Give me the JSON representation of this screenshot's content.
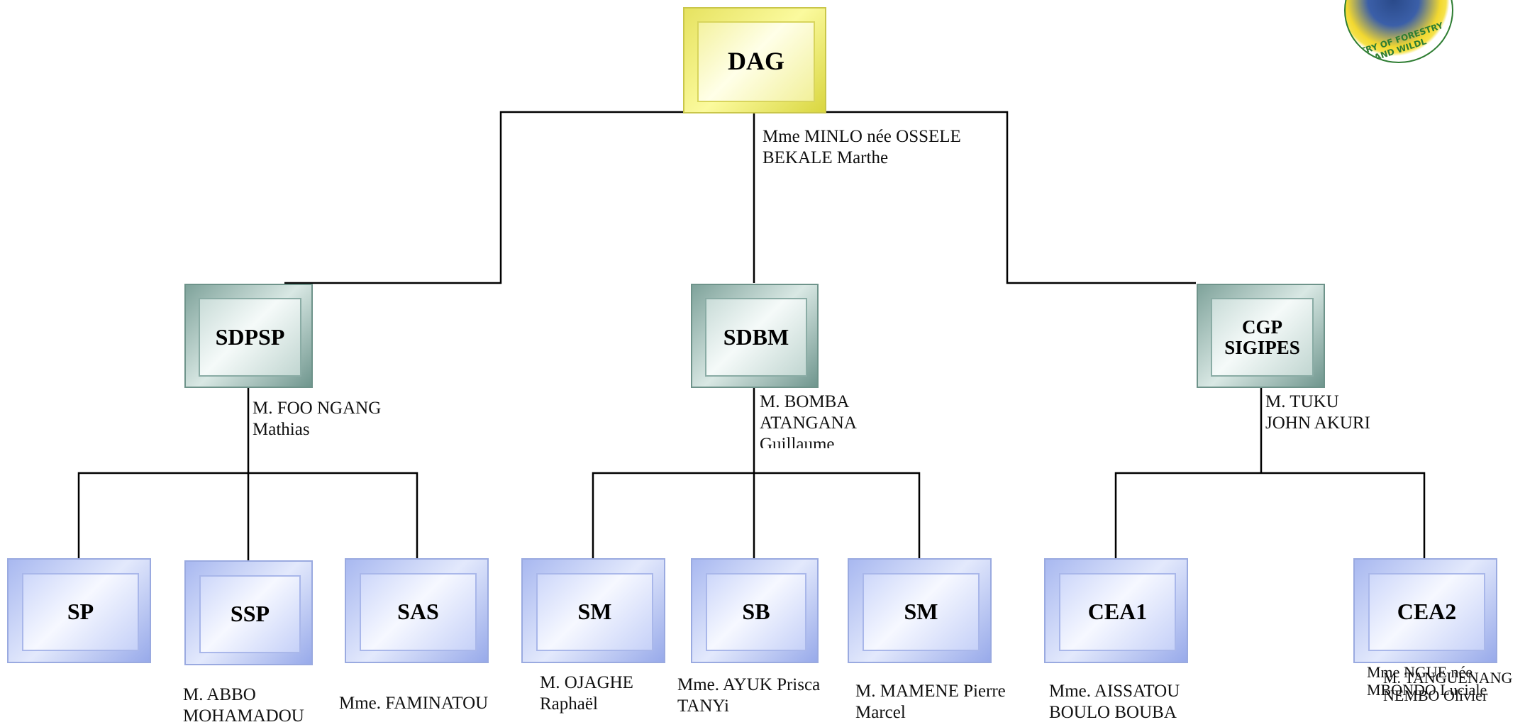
{
  "logo": {
    "text": "ISTRY OF FORESTRY AND WILDL"
  },
  "units": {
    "dag": {
      "label": "DAG",
      "head": [
        "Mme MINLO née OSSELE",
        "BEKALE Marthe"
      ]
    },
    "sdpsp": {
      "label": "SDPSP",
      "head": [
        "M. FOO NGANG",
        "Mathias"
      ]
    },
    "sdbm": {
      "label": "SDBM",
      "head": [
        "M. BOMBA",
        "ATANGANA",
        "Guillaume"
      ]
    },
    "cgp": {
      "label_line1": "CGP",
      "label_line2": "SIGIPES",
      "head": [
        "M. TUKU",
        "JOHN AKURI"
      ]
    },
    "sp": {
      "label": "SP",
      "head": []
    },
    "ssp": {
      "label": "SSP",
      "head": [
        "M. ABBO",
        "MOHAMADOU"
      ]
    },
    "sas": {
      "label": "SAS",
      "head": [
        "Mme. FAMINATOU"
      ]
    },
    "sm1": {
      "label": "SM",
      "head": [
        "M. OJAGHE",
        "Raphaël"
      ]
    },
    "sb": {
      "label": "SB",
      "head": [
        "Mme. AYUK Prisca",
        "TANYi"
      ]
    },
    "sm2": {
      "label": "SM",
      "head": [
        "M. MAMENE Pierre",
        "Marcel"
      ]
    },
    "cea1": {
      "label": "CEA1",
      "head": [
        "Mme. AISSATOU",
        "BOULO BOUBA"
      ]
    },
    "cea2": {
      "label": "CEA2",
      "head_a": [
        "Mme NGUE née",
        "MBONDO Luciale"
      ],
      "head_b": [
        "M. TANGUENANG",
        "NEMBO Olivier"
      ]
    }
  }
}
